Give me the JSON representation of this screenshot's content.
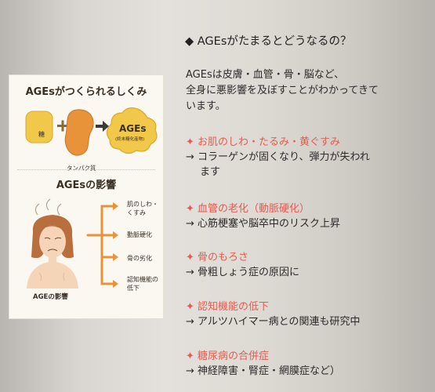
{
  "card": {
    "title": "AGEsがつくられるしくみ",
    "sugar": "糖",
    "protein": "タンパク質",
    "ages": "AGEs",
    "ages_sub": "(終末糖化産物)",
    "effects_title": "AGEsの影響",
    "effects": [
      "肌のしわ・くすみ",
      "動脈硬化",
      "骨の劣化",
      "認知機能の低下"
    ],
    "person_label": "AGEの影響"
  },
  "question": "◆ AGEsがたまるとどうなるの？",
  "intro": [
    "AGEsは皮膚・血管・骨・脳など、",
    "全身に悪影響を及ぼすことがわかってきて",
    "います。"
  ],
  "items": [
    {
      "title": "✦ お肌のしわ・たるみ・黄ぐすみ",
      "desc": "→ コラーゲンが固くなり、弾力が失われ",
      "desc2": "ます"
    },
    {
      "title": "✦ 血管の老化（動脈硬化）",
      "desc": "→ 心筋梗塞や脳卒中のリスク上昇"
    },
    {
      "title": "✦ 骨のもろさ",
      "desc": "→ 骨粗しょう症の原因に"
    },
    {
      "title": "✦ 認知機能の低下",
      "desc": "→ アルツハイマー病との関連も研究中"
    },
    {
      "title": "✦ 糖尿病の合併症",
      "desc": "→  神経障害・腎症・網膜症など）"
    }
  ],
  "colors": {
    "accent": "#e85a4f",
    "sugar": "#f2c84b",
    "protein": "#e8923a",
    "arrow": "#e8923a"
  }
}
